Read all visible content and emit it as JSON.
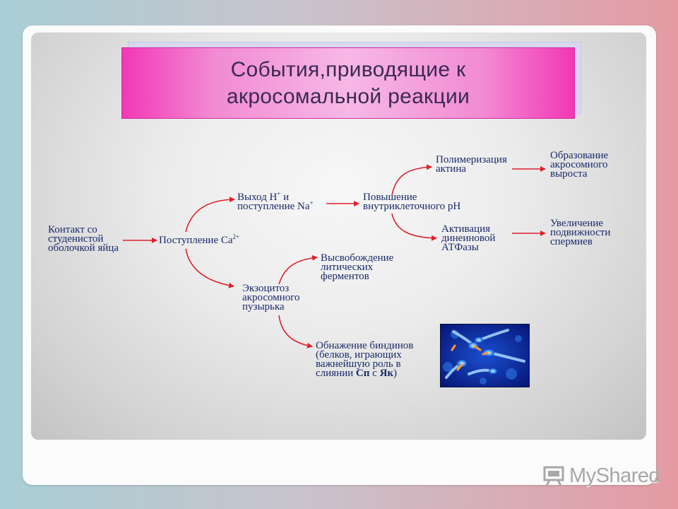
{
  "slide": {
    "title": "События,приводящие к\nакросомальной реакции"
  },
  "nodes": {
    "contact": "Контакт со\nстуденистой\nоболочкой яйца",
    "calcium_prefix": "Поступление Са",
    "calcium_sup": "2+",
    "exit_line1_prefix": "Выход Н",
    "exit_line1_sup": "+",
    "exit_line1_suffix": " и",
    "exit_line2_prefix": "поступление  Na",
    "exit_line2_sup": "+",
    "ph": "Повышение\nвнутриклеточного рН",
    "actin": "Полимеризация\nактина",
    "outgrowth": "Образование\nакросомного\nвыроста",
    "dynein": "Активация\nдинеиновой\nАТФазы",
    "motility": "Увеличение\n подвижности\nспермиев",
    "lytic": "Высвобождение\nлитических\nферментов",
    "exocytosis": "Экзоцитоз\nакросомного\nпузырька",
    "bindin_text": "Обнажение биндинов\n(белков, играющих\nважнейшую роль в\nслиянии ",
    "bindin_sp": "Сп",
    "bindin_with": " с ",
    "bindin_egg": "Як",
    "bindin_close": ")"
  },
  "colors": {
    "arrow": "#e0202a",
    "text": "#1a2a6a",
    "title_bg": "#f28ad2"
  },
  "watermark": {
    "icon": "presentation-board-icon",
    "text": "MyShared"
  }
}
